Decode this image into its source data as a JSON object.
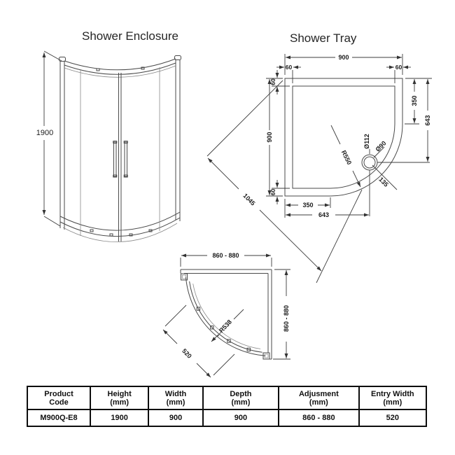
{
  "titles": {
    "enclosure": "Shower Enclosure",
    "tray": "Shower Tray"
  },
  "enclosure": {
    "height": "1900"
  },
  "tray": {
    "top_width": "900",
    "top_left_offset": "60",
    "top_right_offset": "60",
    "left_top_offset": "60",
    "left_height": "900",
    "left_bottom_offset": "60",
    "diagonal": "1045",
    "right_to_curve": "350",
    "right_to_drain": "643",
    "bottom_to_curve": "350",
    "bottom_to_drain": "643",
    "corner_radius": "R550",
    "drain_flange_diameter": "Ø112",
    "drain_diameter": "Ø90",
    "drain_corner_offset": "135"
  },
  "plan": {
    "top_width": "860 - 880",
    "right_height": "860 - 880",
    "door_radius": "R538",
    "entry_width": "520"
  },
  "table": {
    "headers": [
      [
        "Product",
        "Code"
      ],
      [
        "Height",
        "(mm)"
      ],
      [
        "Width",
        "(mm)"
      ],
      [
        "Depth",
        "(mm)"
      ],
      [
        "Adjusment",
        "(mm)"
      ],
      [
        "Entry Width",
        "(mm)"
      ]
    ],
    "row": [
      "M900Q-E8",
      "1900",
      "900",
      "900",
      "860 - 880",
      "520"
    ]
  }
}
